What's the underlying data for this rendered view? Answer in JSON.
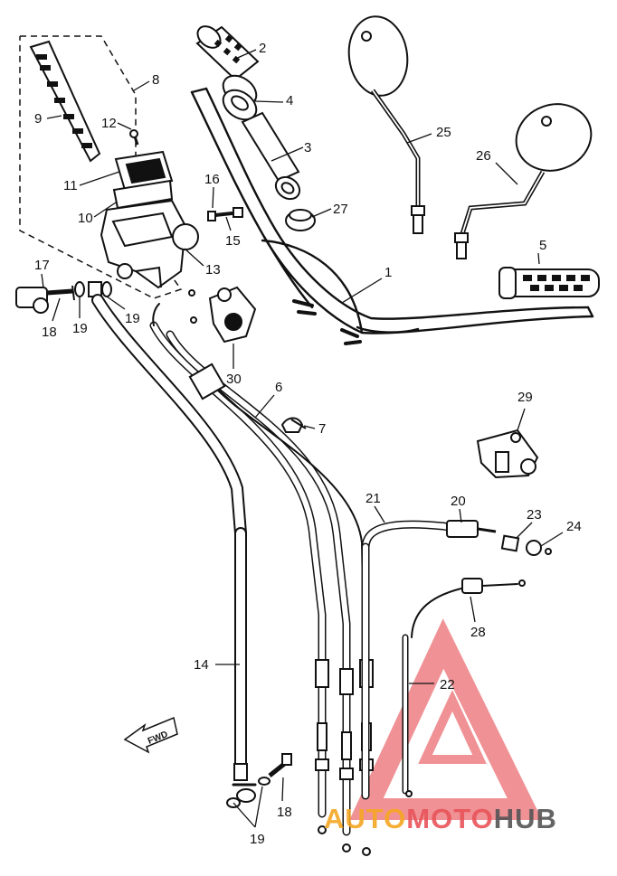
{
  "callouts": [
    "1",
    "2",
    "3",
    "4",
    "5",
    "6",
    "7",
    "8",
    "9",
    "10",
    "11",
    "12",
    "13",
    "14",
    "15",
    "16",
    "17",
    "18",
    "19",
    "20",
    "21",
    "22",
    "23",
    "24",
    "25",
    "26",
    "27",
    "28",
    "29",
    "30"
  ],
  "direction_label": "FWD",
  "watermark": {
    "part_auto": "AUTO",
    "part_moto": "MOTO",
    "part_hub": "HUB",
    "colors": {
      "auto": "#f5a623",
      "moto": "#e8545a",
      "hub": "#555555",
      "logo": "#e8545a"
    }
  }
}
